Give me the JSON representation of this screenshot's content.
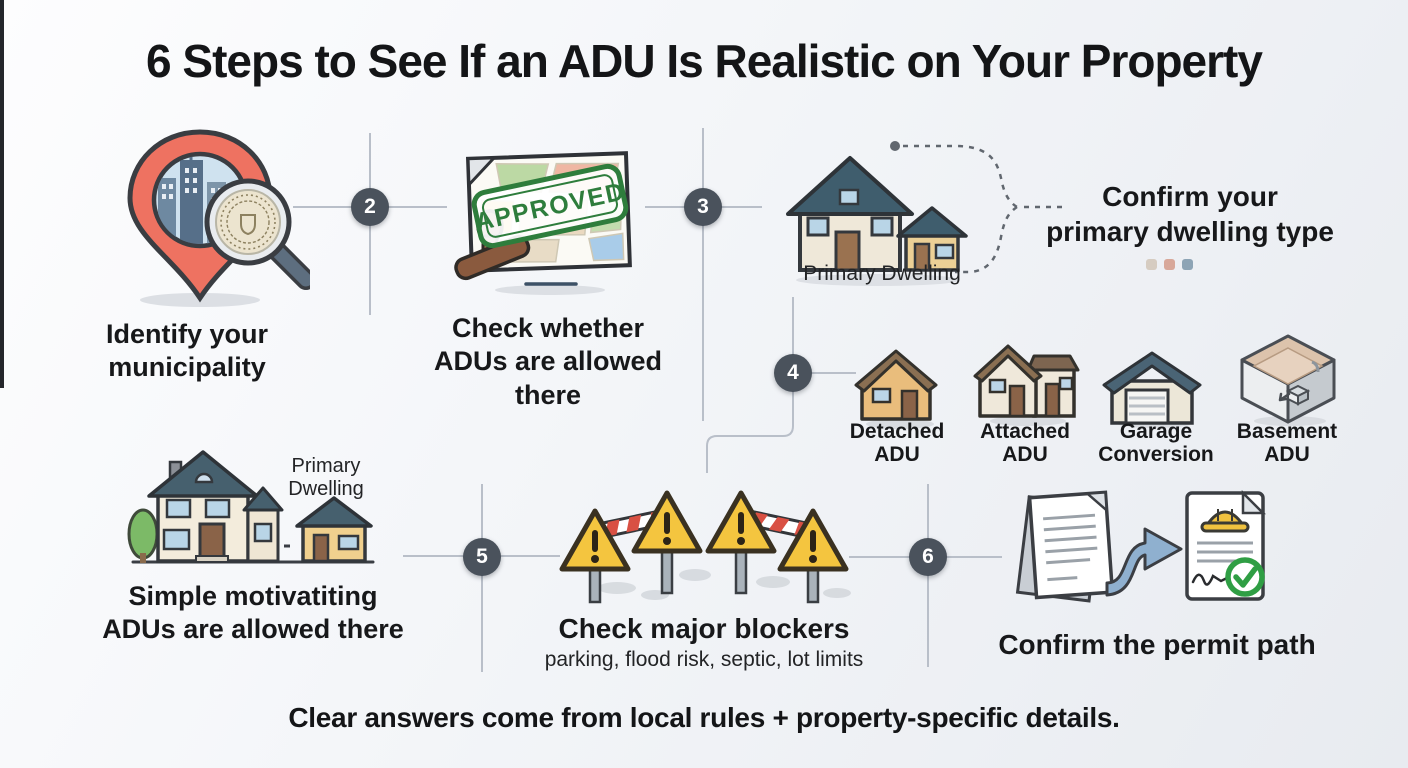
{
  "title": "6 Steps to See If an ADU Is Realistic on Your Property",
  "footer": "Clear answers come from local rules + property-specific details.",
  "colors": {
    "badge": "#4a525c",
    "connector": "#b9bfc9",
    "text": "#17181a",
    "pin_red": "#ee7261",
    "stamp_green": "#2e7d3c",
    "roof_slate": "#46606e",
    "warning_yellow": "#f4c53f",
    "barrier_red": "#d95043",
    "arrow_blue": "#8fb0cf",
    "check_green": "#2f9e44",
    "dwelling_dot_1": "#d6ccc1",
    "dwelling_dot_2": "#d8a89a",
    "dwelling_dot_3": "#8da4b5"
  },
  "icons": {
    "step1": "map-pin-city-magnifier-icon",
    "step2": "map-approved-stamp-icon",
    "step3": "primary-dwelling-houses-icon",
    "step4": [
      "detached-adu-icon",
      "attached-adu-icon",
      "garage-conversion-icon",
      "basement-adu-icon"
    ],
    "step5": "warning-triangles-barrier-icon",
    "step6": "documents-arrow-permit-icon",
    "bottom_left": "house-with-adu-icon"
  },
  "step1": {
    "label_line1": "Identify your",
    "label_line2": "municipality"
  },
  "step2": {
    "badge": "2",
    "stamp_text": "APPROVED",
    "label_line1": "Check whether",
    "label_line2": "ADUs are allowed",
    "label_line3": "there"
  },
  "step3": {
    "badge": "3",
    "icon_caption": "Primary Dwelling",
    "heading_line1": "Confirm your",
    "heading_line2": "primary dwelling type"
  },
  "step4": {
    "badge": "4",
    "types": [
      {
        "line1": "Detached",
        "line2": "ADU"
      },
      {
        "line1": "Attached",
        "line2": "ADU"
      },
      {
        "line1": "Garage",
        "line2": "Conversion"
      },
      {
        "line1": "Basement",
        "line2": "ADU"
      }
    ]
  },
  "step5": {
    "badge": "5",
    "heading": "Check major blockers",
    "subheading": "parking, flood risk, septic, lot limits"
  },
  "step6": {
    "badge": "6",
    "heading": "Confirm the permit path"
  },
  "bottom_left": {
    "icon_caption_line1": "Primary",
    "icon_caption_line2": "Dwelling",
    "heading_line1": "Simple motivatiting",
    "heading_line2": "ADUs are allowed there"
  }
}
